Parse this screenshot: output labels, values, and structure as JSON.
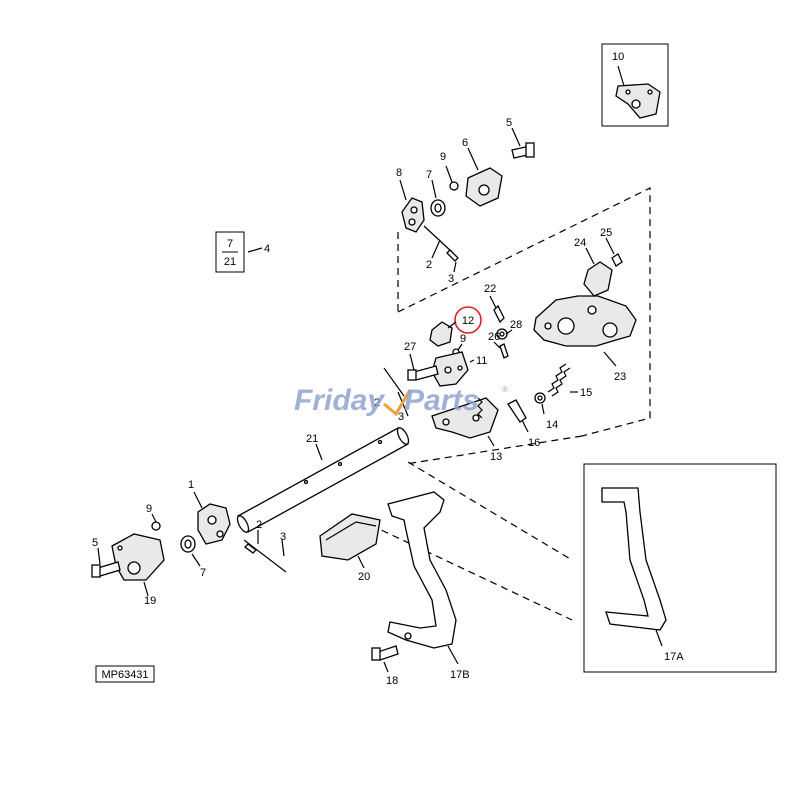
{
  "figure_id": "MP63431",
  "watermark": {
    "part1": "Friday",
    "part2": "Parts",
    "reg": "®"
  },
  "callouts": {
    "c10": "10",
    "c5a": "5",
    "c6": "6",
    "c9a": "9",
    "c7a": "7",
    "c8": "8",
    "c2a": "2",
    "c3a": "3",
    "ref_top": "7",
    "ref_bottom": "21",
    "c4": "4",
    "c24": "24",
    "c25": "25",
    "c22": "22",
    "c12": "12",
    "c28": "28",
    "c9b": "9",
    "c26": "26",
    "c27": "27",
    "c11": "11",
    "c23": "23",
    "c2b": "2",
    "c3b": "3",
    "c15": "15",
    "c14": "14",
    "c16": "16",
    "c13": "13",
    "c21": "21",
    "c1": "1",
    "c9c": "9",
    "c5b": "5",
    "c2c": "2",
    "c3c": "3",
    "c7b": "7",
    "c19": "19",
    "c20": "20",
    "c17a": "17A",
    "c17b": "17B",
    "c18": "18"
  },
  "highlighted_callout": "12"
}
